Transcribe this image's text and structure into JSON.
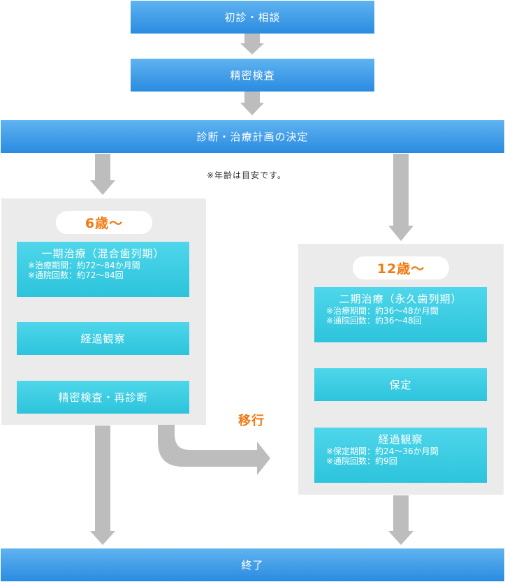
{
  "steps": {
    "consult": "初診・相談",
    "exam": "精密検査",
    "diagnosis": "診断・治療計画の決定",
    "end": "終了"
  },
  "note": "※年齢は目安です。",
  "phase1": {
    "age": "6歳～",
    "treatment": {
      "title": "一期治療（混合歯列期）",
      "notes": [
        "※治療期間：約72～84か月間",
        "※通院回数：約72～84回"
      ]
    },
    "observe": "経過観察",
    "reexam": "精密検査・再診断"
  },
  "transition": "移行",
  "phase2": {
    "age": "12歳～",
    "treatment": {
      "title": "二期治療（永久歯列期）",
      "notes": [
        "※治療期間：約36～48か月間",
        "※通院回数：約36～48回"
      ]
    },
    "retention": "保定",
    "observe": {
      "title": "経過観察",
      "notes": [
        "※保定期間：約24～36か月間",
        "※通院回数：約9回"
      ]
    }
  },
  "colors": {
    "blue_box": "#2a8be0",
    "cyan_box": "#2cc4dc",
    "panel": "#ebebeb",
    "arrow": "#bdbdbd",
    "age_text": "#f07a12"
  }
}
